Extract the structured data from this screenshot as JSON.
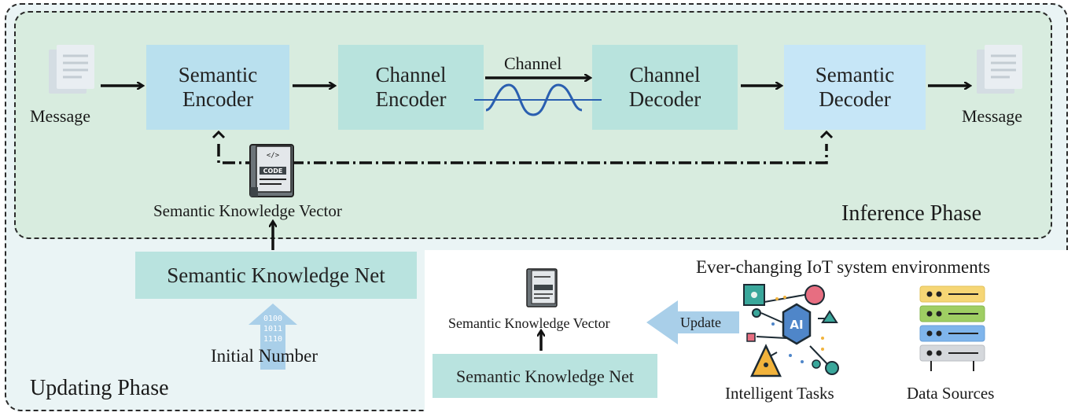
{
  "phases": {
    "inference": "Inference Phase",
    "updating": "Updating Phase"
  },
  "pipeline": {
    "message_in": "Message",
    "message_out": "Message",
    "semantic_encoder": "Semantic\nEncoder",
    "channel_encoder": "Channel\nEncoder",
    "channel_label": "Channel",
    "channel_decoder": "Channel\nDecoder",
    "semantic_decoder": "Semantic\nDecoder"
  },
  "knowledge": {
    "vector_label": "Semantic Knowledge Vector",
    "net_label": "Semantic Knowledge Net",
    "initial_number": "Initial Number",
    "bits": [
      "0100",
      "1011",
      "1110"
    ]
  },
  "update_panel": {
    "environments_title": "Ever-changing IoT system environments",
    "vector_label": "Semantic Knowledge Vector",
    "net_label": "Semantic Knowledge Net",
    "update_label": "Update",
    "tasks_label": "Intelligent Tasks",
    "sources_label": "Data Sources",
    "ai_badge": "AI",
    "code_badge": "CODE",
    "code_tag": "</>"
  },
  "colors": {
    "inference_bg": "#d8ecdf",
    "updating_bg": "#eaf4f5",
    "semantic_box": "#b9e0ee",
    "channel_box": "#b8e3dd",
    "wave": "#2a5fb0"
  }
}
